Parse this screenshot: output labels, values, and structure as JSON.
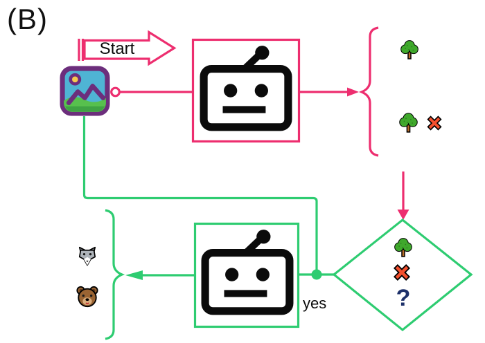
{
  "figure": {
    "panel_label": "(B)",
    "type": "flowchart"
  },
  "labels": {
    "panel": "(B)",
    "start": "Start",
    "yes": "yes",
    "question": "?"
  },
  "colors": {
    "flow_pink": "#ED2E6F",
    "flow_green": "#2ECC71",
    "ink_black": "#111111",
    "frame_purple": "#6C2E7C",
    "question_blue": "#1D3069",
    "cross_red": "#F4502E",
    "tree_green": "#3FA82C"
  },
  "icons": {
    "input": "framed-picture-icon",
    "classifier_top": "robot-icon",
    "classifier_bottom": "robot-icon",
    "output_class_1": "tree-icon",
    "output_class_2": [
      "tree-icon",
      "cross-mark-icon"
    ],
    "decision_content": [
      "tree-icon",
      "cross-mark-icon",
      "question-mark"
    ],
    "reclass_options": [
      "wolf-icon",
      "bear-icon"
    ]
  }
}
